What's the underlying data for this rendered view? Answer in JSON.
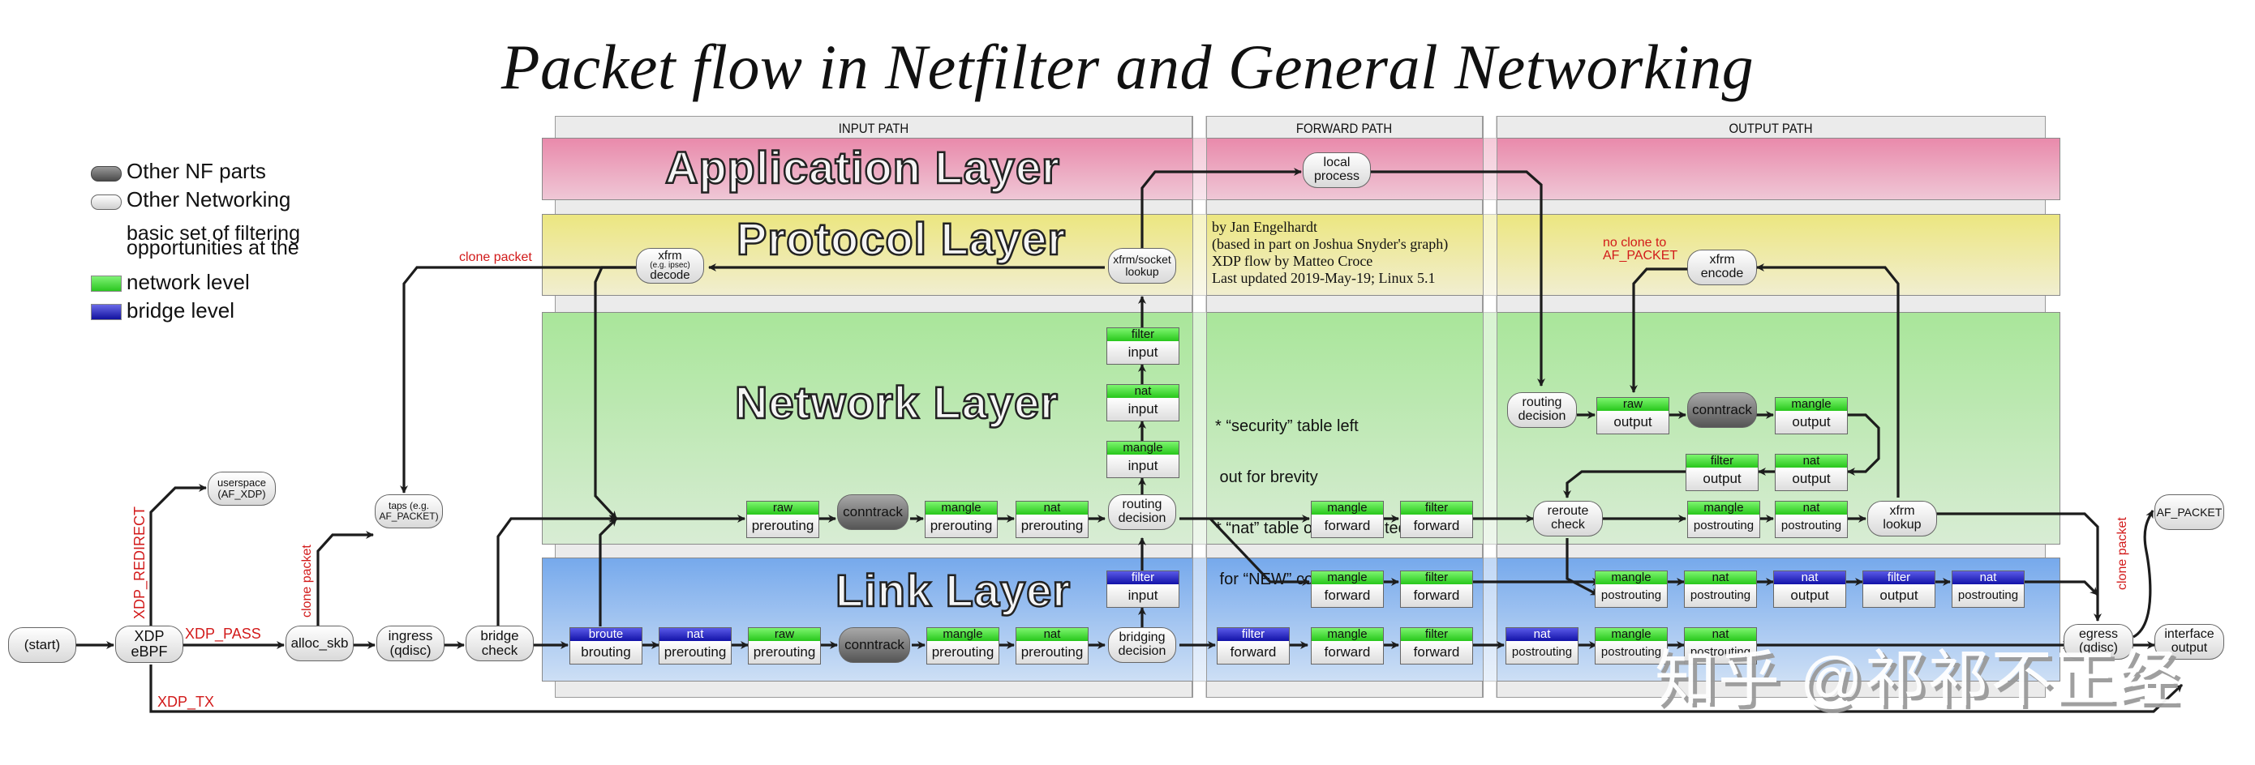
{
  "title": "Packet flow in Netfilter and General Networking",
  "columns": {
    "input": "INPUT PATH",
    "forward": "FORWARD PATH",
    "output": "OUTPUT PATH"
  },
  "layers": {
    "application": "Application Layer",
    "protocol": "Protocol Layer",
    "network": "Network Layer",
    "link": "Link Layer"
  },
  "legend": {
    "other_nf": "Other NF parts",
    "other_networking": "Other Networking",
    "basic_set_line1": "basic set of filtering",
    "basic_set_line2": "opportunities at the",
    "network_level": "network level",
    "bridge_level": "bridge level"
  },
  "credits": [
    "by Jan Engelhardt",
    "(based in part on Joshua Snyder's graph)",
    "XDP flow by Matteo Croce",
    "Last updated 2019-May-19; Linux 5.1"
  ],
  "notes": [
    "* “security” table left",
    " out for brevity",
    "* “nat” table only consulted",
    " for “NEW” connections"
  ],
  "edge_labels": {
    "xdp_redirect": "XDP_REDIRECT",
    "xdp_pass": "XDP_PASS",
    "xdp_tx": "XDP_TX",
    "clone_packet_ingress": "clone packet",
    "clone_packet_decode": "clone packet",
    "clone_packet_egress": "clone packet",
    "no_clone_line1": "no clone to",
    "no_clone_line2": "AF_PACKET"
  },
  "nodes": {
    "start": "(start)",
    "xdp_line1": "XDP",
    "xdp_line2": "eBPF",
    "userspace_line1": "userspace",
    "userspace_line2": "(AF_XDP)",
    "alloc_skb": "alloc_skb",
    "taps_line1": "taps (e.g.",
    "taps_line2": "AF_PACKET)",
    "ingress_line1": "ingress",
    "ingress_line2": "(qdisc)",
    "bridge_line1": "bridge",
    "bridge_line2": "check",
    "xfrm_decode_line1": "xfrm",
    "xfrm_decode_small": "(e.g. ipsec)",
    "xfrm_decode_line2": "decode",
    "xfrm_socket_line1": "xfrm/socket",
    "xfrm_socket_line2": "lookup",
    "local_line1": "local",
    "local_line2": "process",
    "routing_line1": "routing",
    "routing_line2": "decision",
    "bridging_line1": "bridging",
    "bridging_line2": "decision",
    "conntrack": "conntrack",
    "reroute_line1": "reroute",
    "reroute_line2": "check",
    "xfrm_encode_line1": "xfrm",
    "xfrm_encode_line2": "encode",
    "xfrm_lookup_line1": "xfrm",
    "xfrm_lookup_line2": "lookup",
    "egress_line1": "egress",
    "egress_line2": "(qdisc)",
    "af_packet": "AF_PACKET",
    "iface_line1": "interface",
    "iface_line2": "output"
  },
  "hooks": [
    {
      "id": "net-raw-pre",
      "table": "raw",
      "chain": "prerouting",
      "level": "network"
    },
    {
      "id": "net-mangle-pre",
      "table": "mangle",
      "chain": "prerouting",
      "level": "network"
    },
    {
      "id": "net-nat-pre",
      "table": "nat",
      "chain": "prerouting",
      "level": "network"
    },
    {
      "id": "net-mangle-in",
      "table": "mangle",
      "chain": "input",
      "level": "network"
    },
    {
      "id": "net-nat-in",
      "table": "nat",
      "chain": "input",
      "level": "network"
    },
    {
      "id": "net-filter-in",
      "table": "filter",
      "chain": "input",
      "level": "network"
    },
    {
      "id": "net-mangle-fwd",
      "table": "mangle",
      "chain": "forward",
      "level": "network"
    },
    {
      "id": "net-filter-fwd",
      "table": "filter",
      "chain": "forward",
      "level": "network"
    },
    {
      "id": "net-raw-out",
      "table": "raw",
      "chain": "output",
      "level": "network"
    },
    {
      "id": "net-mangle-out",
      "table": "mangle",
      "chain": "output",
      "level": "network"
    },
    {
      "id": "net-nat-out",
      "table": "nat",
      "chain": "output",
      "level": "network"
    },
    {
      "id": "net-filter-out",
      "table": "filter",
      "chain": "output",
      "level": "network"
    },
    {
      "id": "net-mangle-post",
      "table": "mangle",
      "chain": "postrouting",
      "level": "network"
    },
    {
      "id": "net-nat-post",
      "table": "nat",
      "chain": "postrouting",
      "level": "network"
    },
    {
      "id": "br-broute",
      "table": "broute",
      "chain": "brouting",
      "level": "bridge"
    },
    {
      "id": "br-nat-pre",
      "table": "nat",
      "chain": "prerouting",
      "level": "bridge"
    },
    {
      "id": "link-raw-pre",
      "table": "raw",
      "chain": "prerouting",
      "level": "network"
    },
    {
      "id": "link-mangle-pre",
      "table": "mangle",
      "chain": "prerouting",
      "level": "network"
    },
    {
      "id": "link-nat-pre",
      "table": "nat",
      "chain": "prerouting",
      "level": "network"
    },
    {
      "id": "br-filter-in",
      "table": "filter",
      "chain": "input",
      "level": "bridge"
    },
    {
      "id": "link-mangle-fwd-a",
      "table": "mangle",
      "chain": "forward",
      "level": "network"
    },
    {
      "id": "link-filter-fwd-a",
      "table": "filter",
      "chain": "forward",
      "level": "network"
    },
    {
      "id": "br-filter-fwd",
      "table": "filter",
      "chain": "forward",
      "level": "bridge"
    },
    {
      "id": "link-mangle-fwd-b",
      "table": "mangle",
      "chain": "forward",
      "level": "network"
    },
    {
      "id": "link-filter-fwd-b",
      "table": "filter",
      "chain": "forward",
      "level": "network"
    },
    {
      "id": "link-mangle-post-a",
      "table": "mangle",
      "chain": "postrouting",
      "level": "network"
    },
    {
      "id": "link-nat-post-a",
      "table": "nat",
      "chain": "postrouting",
      "level": "network"
    },
    {
      "id": "br-nat-out",
      "table": "nat",
      "chain": "output",
      "level": "bridge"
    },
    {
      "id": "br-filter-out",
      "table": "filter",
      "chain": "output",
      "level": "bridge"
    },
    {
      "id": "br-nat-post-a",
      "table": "nat",
      "chain": "postrouting",
      "level": "bridge"
    },
    {
      "id": "br-nat-post-b",
      "table": "nat",
      "chain": "postrouting",
      "level": "bridge"
    },
    {
      "id": "link-mangle-post-b",
      "table": "mangle",
      "chain": "postrouting",
      "level": "network"
    },
    {
      "id": "link-nat-post-b",
      "table": "nat",
      "chain": "postrouting",
      "level": "network"
    }
  ],
  "watermark": "知乎 @祁祁不正经"
}
